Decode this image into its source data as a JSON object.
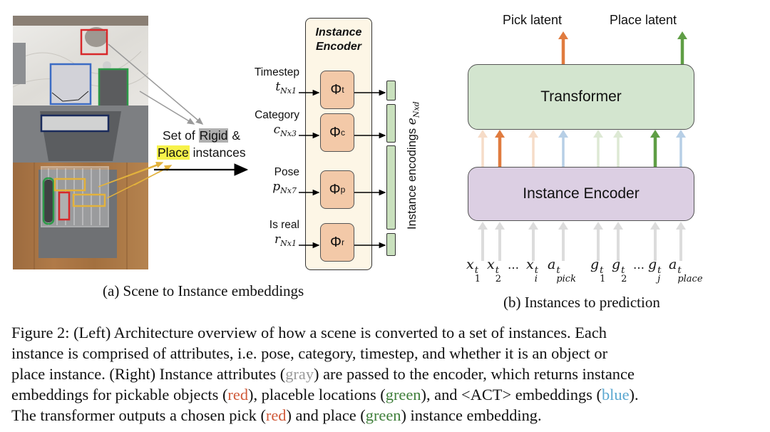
{
  "figure_number": "Figure 2:",
  "panel_a": {
    "caption": "(a) Scene to Instance embeddings",
    "scene_label_line1_prefix": "Set of ",
    "scene_label_rigid": "Rigid",
    "scene_label_line1_suffix": " &",
    "scene_label_place": "Place",
    "scene_label_line2_suffix": " instances",
    "encoder_title_line1": "Instance",
    "encoder_title_line2": "Encoder",
    "inputs": [
      {
        "label": "Timestep",
        "symbol": "t",
        "dims": "Nx1",
        "phi_sub": "t"
      },
      {
        "label": "Category",
        "symbol": "c",
        "dims": "Nx3",
        "phi_sub": "c"
      },
      {
        "label": "Pose",
        "symbol": "p",
        "dims": "Nx7",
        "phi_sub": "p"
      },
      {
        "label": "Is real",
        "symbol": "r",
        "dims": "Nx1",
        "phi_sub": "r"
      }
    ],
    "phi_symbol": "Φ",
    "encodings_label": "Instance encodings ",
    "encodings_symbol": "e",
    "encodings_dims": "Nxd"
  },
  "panel_b": {
    "caption": "(b) Instances to prediction",
    "pick_latent": "Pick latent",
    "place_latent": "Place latent",
    "transformer_label": "Transformer",
    "encoder_label": "Instance Encoder",
    "tokens": [
      {
        "base": "x",
        "sub": "1",
        "sup": "t"
      },
      {
        "base": "x",
        "sub": "2",
        "sup": "t"
      },
      {
        "base": "…",
        "sub": "",
        "sup": ""
      },
      {
        "base": "x",
        "sub": "i",
        "sup": "t"
      },
      {
        "base": "a",
        "sub": "pick",
        "sup": "t"
      },
      {
        "base": "g",
        "sub": "1",
        "sup": "t"
      },
      {
        "base": "g",
        "sub": "2",
        "sup": "t"
      },
      {
        "base": "…",
        "sub": "",
        "sup": ""
      },
      {
        "base": "g",
        "sub": "j",
        "sup": "t"
      },
      {
        "base": "a",
        "sub": "place",
        "sup": "t"
      }
    ]
  },
  "colors": {
    "pick_orange": "#e07b3f",
    "pick_orange_faint": "#f6dcc8",
    "place_green": "#5f9e45",
    "place_green_faint": "#dde9d4",
    "act_blue_faint": "#b7cfe6",
    "input_gray": "#dcdcdc",
    "transformer_fill": "#d3e5cf",
    "encoder_fill": "#dccfe3",
    "phi_fill": "#f3c9a8",
    "encoder_panel_fill": "#fdf6e6",
    "encoding_bar_fill": "#c9e0bd",
    "rigid_highlight": "#b0b0b0",
    "place_highlight": "#f7f24a",
    "caption_gray": "#9a9a9a",
    "caption_red": "#d05a3a",
    "caption_green": "#3f7f3a",
    "caption_blue": "#5aa7d0"
  },
  "caption": {
    "line1": "(Left) Architecture overview of how a scene is converted to a set of instances.  Each",
    "line2": "instance is comprised of attributes, i.e.  pose, category, timestep, and whether it is an object or",
    "line3_a": "place instance. (Right) Instance attributes (",
    "line3_gray": "gray",
    "line3_b": ") are passed to the encoder, which returns instance",
    "line4_a": "embeddings for pickable objects (",
    "line4_red": "red",
    "line4_b": "), placeble locations (",
    "line4_green": "green",
    "line4_c": "), and <ACT> embeddings (",
    "line4_blue": "blue",
    "line4_d": ").",
    "line5_a": "The transformer outputs a chosen pick (",
    "line5_red": "red",
    "line5_b": ") and place (",
    "line5_green": "green",
    "line5_c": ") instance embedding."
  }
}
